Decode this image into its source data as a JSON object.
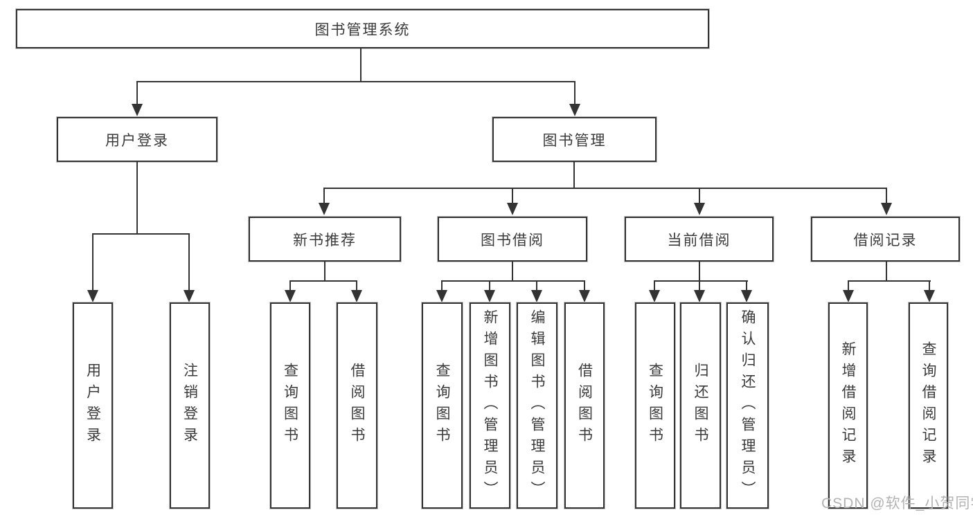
{
  "tree": {
    "root": {
      "label": "图书管理系统",
      "children": [
        {
          "label": "用户登录",
          "children": [
            {
              "label": "用户登录"
            },
            {
              "label": "注销登录"
            }
          ]
        },
        {
          "label": "图书管理",
          "children": [
            {
              "label": "新书推荐",
              "children": [
                {
                  "label": "查询图书"
                },
                {
                  "label": "借阅图书"
                }
              ]
            },
            {
              "label": "图书借阅",
              "children": [
                {
                  "label": "查询图书"
                },
                {
                  "label": "新增图书（管理员）"
                },
                {
                  "label": "编辑图书（管理员）"
                },
                {
                  "label": "借阅图书"
                }
              ]
            },
            {
              "label": "当前借阅",
              "children": [
                {
                  "label": "查询图书"
                },
                {
                  "label": "归还图书"
                },
                {
                  "label": "确认归还（管理员）"
                }
              ]
            },
            {
              "label": "借阅记录",
              "children": [
                {
                  "label": "新增借阅记录"
                },
                {
                  "label": "查询借阅记录"
                }
              ]
            }
          ]
        }
      ]
    }
  },
  "watermark": "CSDN @软件_小贺同学",
  "colors": {
    "line": "#333333",
    "text": "#3a3a3a",
    "box_background": "#ffffff",
    "watermark": "#b3b3b3"
  }
}
